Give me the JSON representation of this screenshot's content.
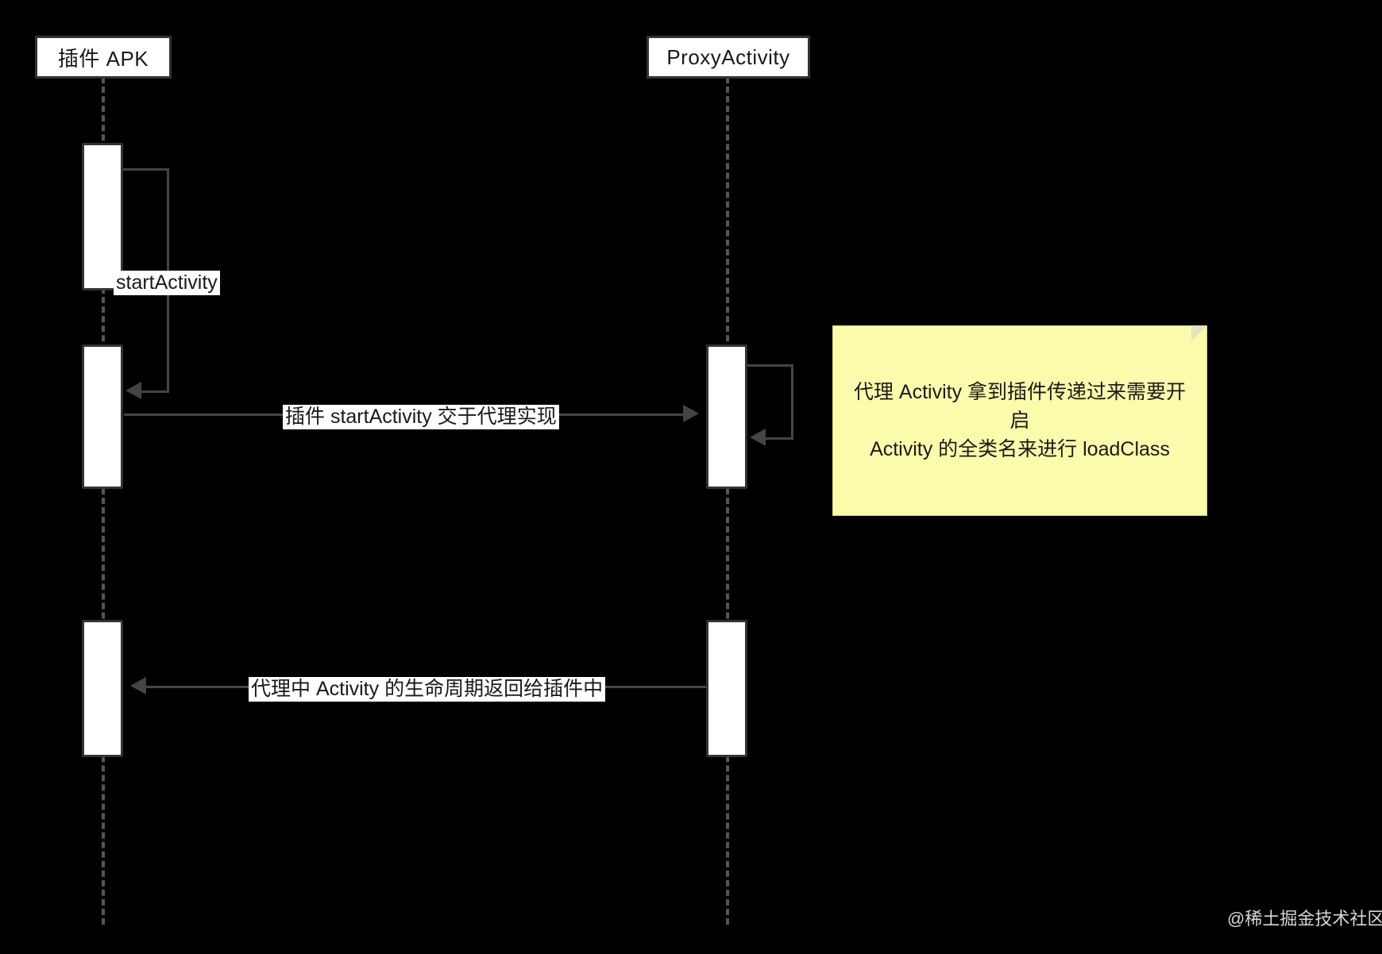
{
  "diagram": {
    "type": "uml-sequence-diagram",
    "background_color": "#000000",
    "line_color": "#444444",
    "box_fill": "#ffffff",
    "note_fill": "#fbfbac"
  },
  "participants": [
    {
      "id": "plugin-apk",
      "label": "插件 APK"
    },
    {
      "id": "proxy-activity",
      "label": "ProxyActivity"
    }
  ],
  "messages": [
    {
      "id": "self-start-activity",
      "label": "startActivity",
      "kind": "self",
      "from": "plugin-apk",
      "to": "plugin-apk"
    },
    {
      "id": "plugin-to-proxy",
      "label": "插件 startActivity 交于代理实现",
      "kind": "call",
      "direction": "right",
      "from": "plugin-apk",
      "to": "proxy-activity"
    },
    {
      "id": "proxy-self-loadclass",
      "label": "",
      "kind": "self",
      "from": "proxy-activity",
      "to": "proxy-activity"
    },
    {
      "id": "proxy-to-plugin",
      "label": "代理中 Activity 的生命周期返回给插件中",
      "kind": "return",
      "direction": "left",
      "from": "proxy-activity",
      "to": "plugin-apk"
    }
  ],
  "notes": [
    {
      "id": "proxy-note",
      "line1": "代理 Activity 拿到插件传递过来需要开启",
      "line2": "Activity 的全类名来进行 loadClass"
    }
  ],
  "watermark": {
    "text": "@稀土掘金技术社区"
  }
}
